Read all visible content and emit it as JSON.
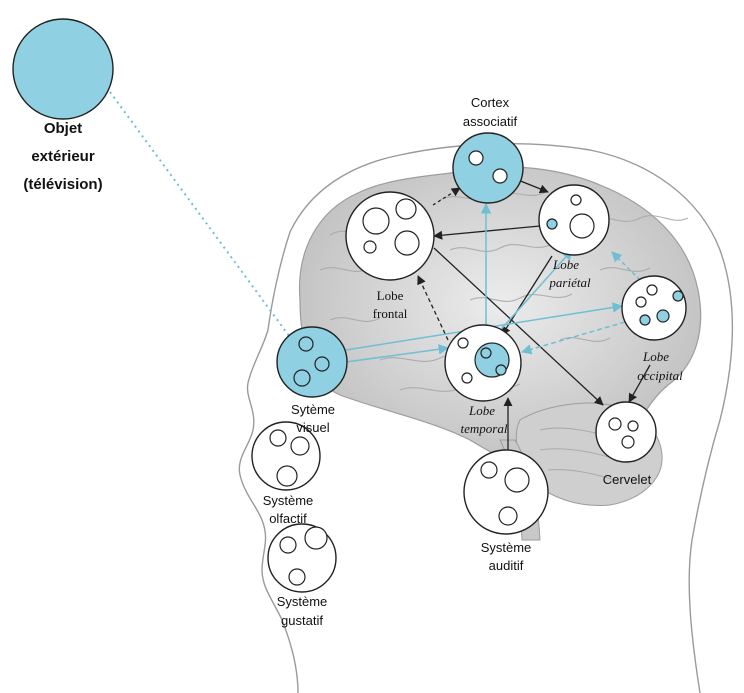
{
  "colors": {
    "node_fill_active": "#8fd0e2",
    "node_fill_default": "#ffffff",
    "inner_fill_active": "#8fd0e2",
    "arrow_black": "#222222",
    "arrow_cyan": "#6fbfd4",
    "brain_fill": "#d9d9d9",
    "head_outline": "#9a9a9a"
  },
  "labels": {
    "object": {
      "line1": "Objet",
      "line2": "extérieur",
      "line3": "(télévision)"
    },
    "cortex": {
      "line1": "Cortex",
      "line2": "associatif"
    },
    "frontal": {
      "line1": "Lobe",
      "line2": "frontal"
    },
    "parietal": {
      "line1": "Lobe",
      "line2": "pariétal"
    },
    "occipital": {
      "line1": "Lobe",
      "line2": "occipital"
    },
    "temporal": {
      "line1": "Lobe",
      "line2": "temporal"
    },
    "visual": {
      "line1": "Sytème",
      "line2": "visuel"
    },
    "olfactory": {
      "line1": "Système",
      "line2": "olfactif"
    },
    "gustatory": {
      "line1": "Système",
      "line2": "gustatif"
    },
    "auditory": {
      "line1": "Système",
      "line2": "auditif"
    },
    "cerebellum": {
      "line1": "Cervelet"
    }
  }
}
